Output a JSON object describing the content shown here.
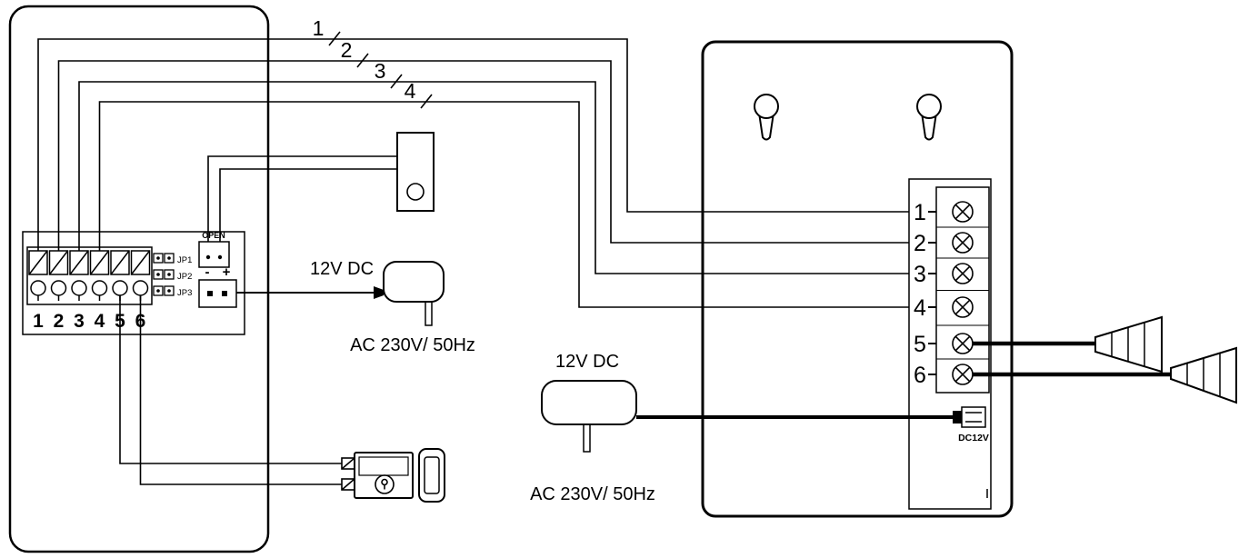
{
  "diagram": {
    "wires": {
      "labels": [
        "1",
        "2",
        "3",
        "4"
      ]
    },
    "door_station": {
      "terminals": [
        "1",
        "2",
        "3",
        "4",
        "5",
        "6"
      ],
      "jumpers": [
        "JP1",
        "JP2",
        "JP3"
      ],
      "open_connector": "OPEN",
      "power_minus": "-",
      "power_plus": "+"
    },
    "adapter_left": {
      "dc": "12V DC",
      "ac": "AC 230V/ 50Hz"
    },
    "adapter_right": {
      "dc": "12V DC",
      "ac": "AC 230V/ 50Hz"
    },
    "monitor": {
      "terminals": [
        "1",
        "2",
        "3",
        "4",
        "5",
        "6"
      ],
      "dc_input": "DC12V"
    },
    "colors": {
      "line": "#000000",
      "background": "#ffffff"
    }
  }
}
